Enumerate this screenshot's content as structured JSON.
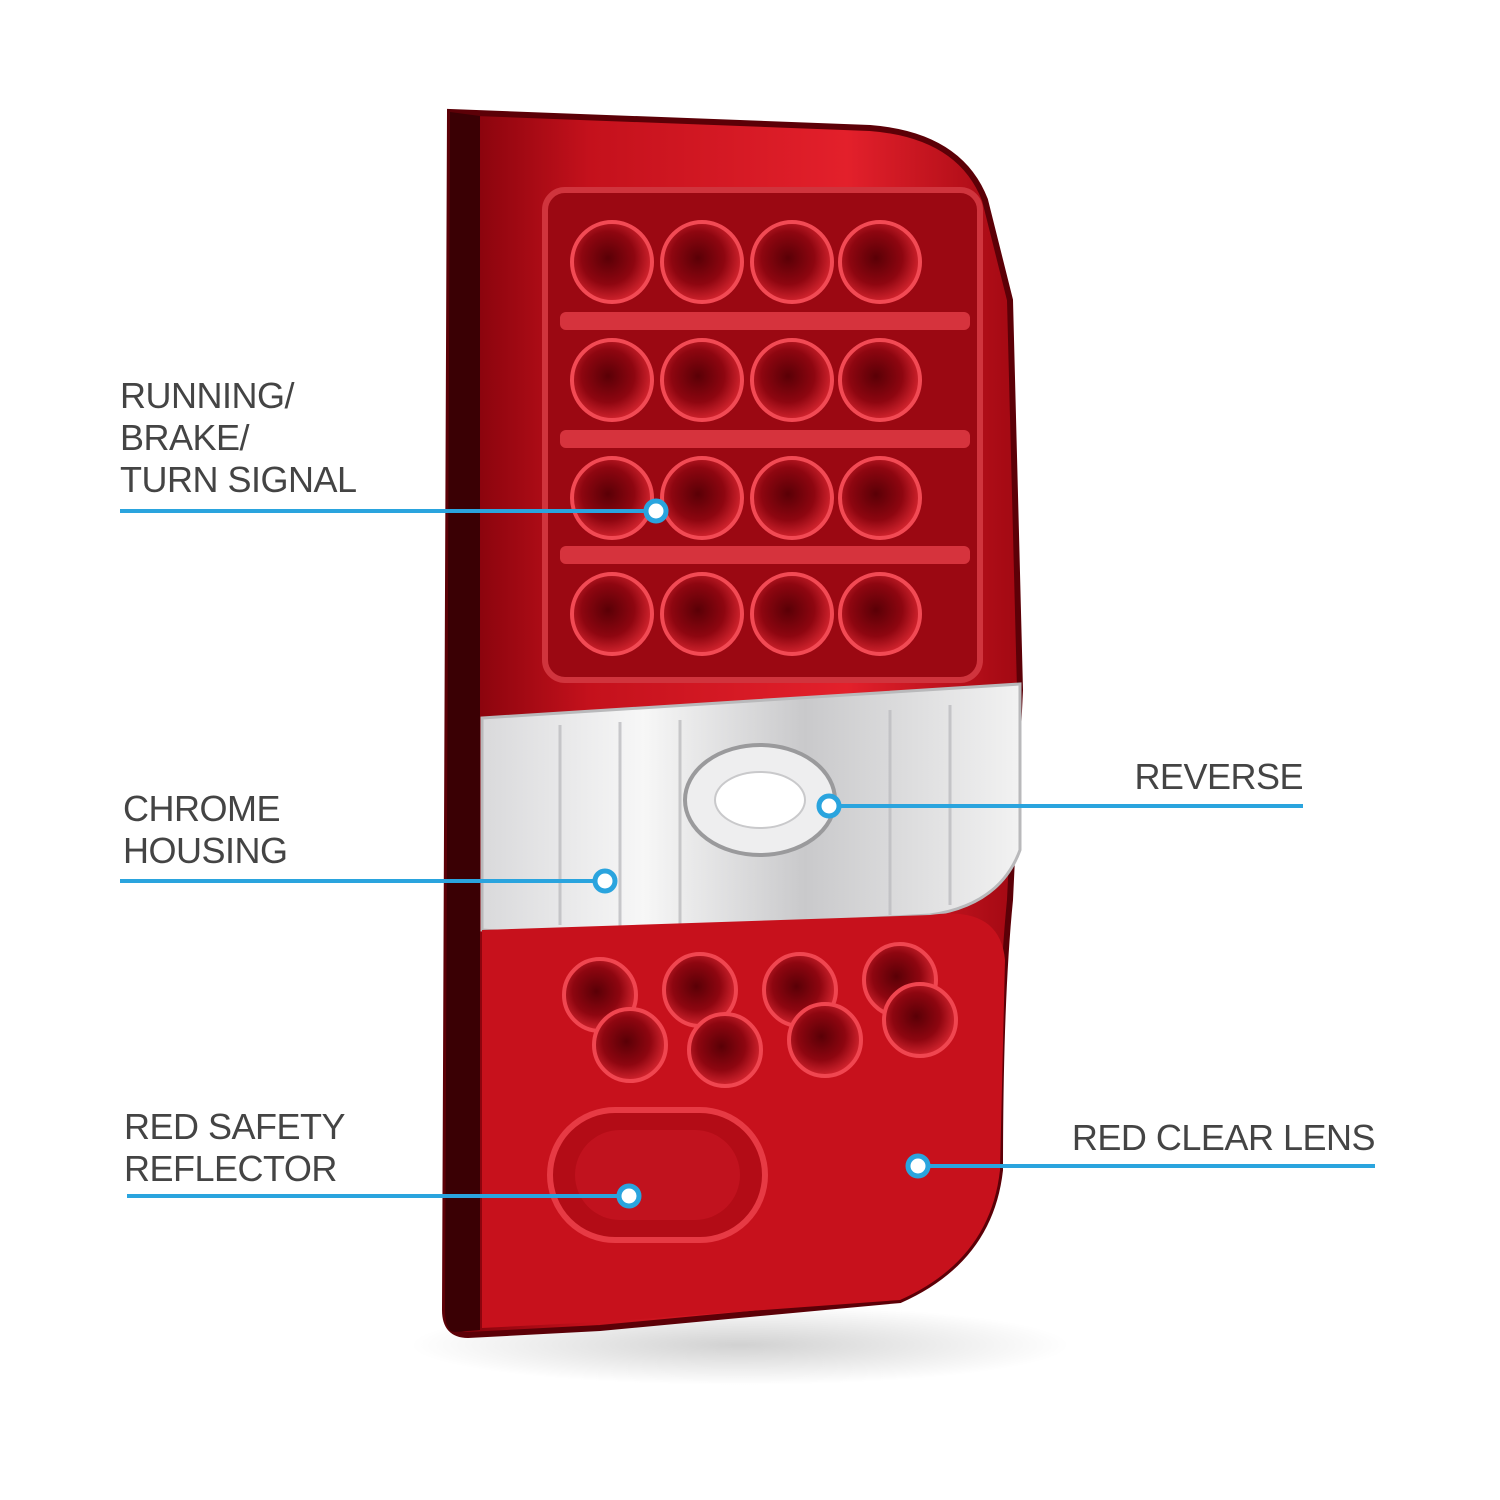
{
  "colors": {
    "callout_line": "#2aa4de",
    "label_text": "#444444",
    "lens_red": "#c8101d",
    "lens_dark": "#6e0008",
    "chrome": "#e9e9ea"
  },
  "product": {
    "icon": "led-tail-light-illustration"
  },
  "callouts": {
    "running": {
      "lines": [
        "RUNNING/",
        "BRAKE/",
        "TURN SIGNAL"
      ]
    },
    "chrome": {
      "lines": [
        "CHROME",
        "HOUSING"
      ]
    },
    "reflector": {
      "lines": [
        "RED SAFETY",
        "REFLECTOR"
      ]
    },
    "reverse": {
      "lines": [
        "REVERSE"
      ]
    },
    "clear_lens": {
      "lines": [
        "RED CLEAR LENS"
      ]
    }
  }
}
